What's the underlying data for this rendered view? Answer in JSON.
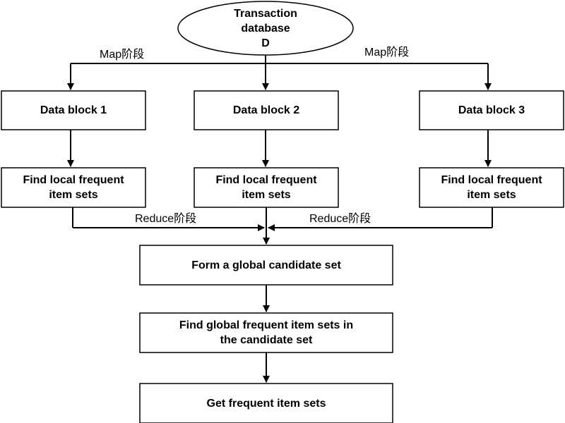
{
  "nodes": {
    "database": "Transaction\ndatabase\nD",
    "block1": "Data block 1",
    "block2": "Data block 2",
    "block3": "Data block 3",
    "local1": "Find local frequent\nitem sets",
    "local2": "Find local frequent\nitem sets",
    "local3": "Find local frequent\nitem sets",
    "global_candidate": "Form a global candidate set",
    "global_frequent": "Find global frequent item sets in\nthe candidate set",
    "result": "Get frequent item sets"
  },
  "phase_labels": {
    "map_left": "Map阶段",
    "map_right": "Map阶段",
    "reduce_left": "Reduce阶段",
    "reduce_right": "Reduce阶段"
  }
}
